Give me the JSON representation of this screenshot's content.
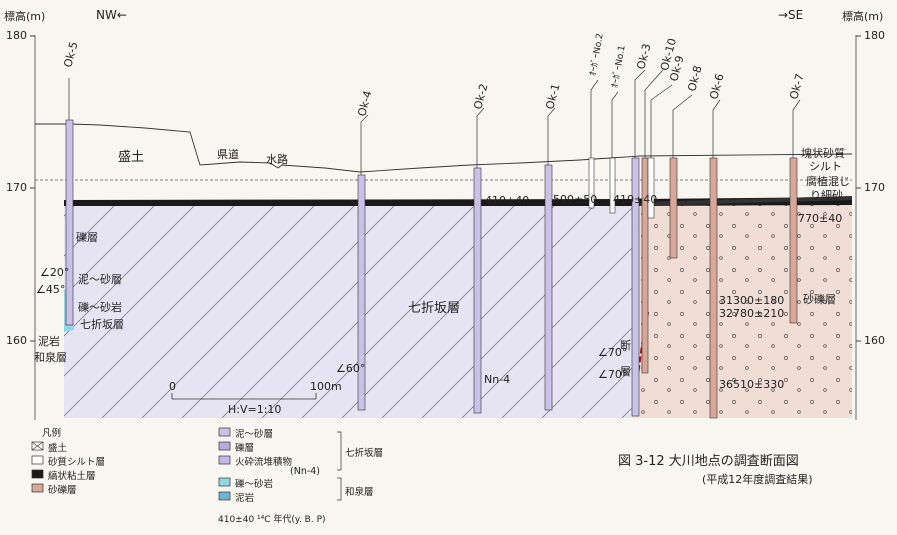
{
  "axes": {
    "left_unit": "標高(m)",
    "right_unit": "標高(m)",
    "left_ticks": [
      "180",
      "170",
      "160"
    ],
    "right_ticks": [
      "180",
      "170",
      "160"
    ],
    "dir_left": "NW←",
    "dir_right": "→SE"
  },
  "boreholes": [
    "Ok-5",
    "Ok-4",
    "Ok-2",
    "Ok-1",
    "ｵｰｶﾞｰNo.2",
    "ｵｰｶﾞｰNo.1",
    "Ok-3",
    "Ok-10",
    "Ok-9",
    "Ok-8",
    "Ok-6",
    "Ok-7"
  ],
  "labels": {
    "fill": "盛土",
    "road": "県道",
    "waterway": "水路",
    "gravel_layer": "礫層",
    "mud_sand": "泥～砂層",
    "gravel_sandstone": "礫～砂岩",
    "nanaori": "七折坂層",
    "mudstone": "泥岩",
    "izumi": "和泉層",
    "nanaori_center": "七折坂層",
    "nn4": "Nn-4",
    "fault1": "断",
    "fault2": "層",
    "block_silt1": "塊状砂質",
    "block_silt2": "シルト",
    "humus1": "腐植混じ",
    "humus2": "り細砂",
    "sandy_gravel": "砂礫層",
    "dip20": "∠20°",
    "dip45": "∠45°",
    "dip60": "∠60°",
    "dip70a": "∠70°",
    "dip70b": "∠70°"
  },
  "ages": {
    "a410_1": "410±40",
    "a500": "500±50",
    "a410_2": "410±40",
    "a770": "770±40",
    "a31300": "31300±180",
    "a32780": "32780±210",
    "a36510": "36510±330"
  },
  "scale": {
    "zero": "0",
    "hundred": "100m",
    "ratio": "H:V=1:10"
  },
  "legend": {
    "title": "凡例",
    "left": [
      "盛土",
      "砂質シルト層",
      "縞状粘土層",
      "砂礫層"
    ],
    "right": [
      "泥～砂層",
      "礫層",
      "火砕流堆積物",
      "(Nn-4)",
      "礫～砂岩",
      "泥岩"
    ],
    "group1": "七折坂層",
    "group2": "和泉層",
    "note": "410±40 ¹⁴C 年代(y. B. P)"
  },
  "caption": {
    "line1": "図 3-12 大川地点の調査断面図",
    "line2": "(平成12年度調査結果)"
  }
}
